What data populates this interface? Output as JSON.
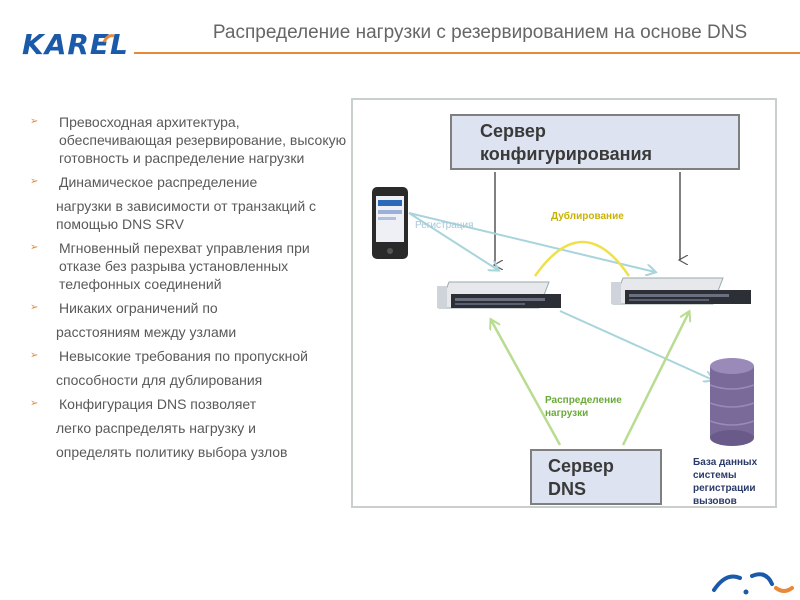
{
  "header": {
    "logo_text": "KAREL",
    "title": "Распределение нагрузки с резервированием на основе DNS"
  },
  "bullets": [
    {
      "text": "Превосходная архитектура, обеспечивающая резервирование, высокую готовность и распределение нагрузки"
    },
    {
      "text": "Динамическое распределение",
      "continuation": "нагрузки в зависимости от транзакций с помощью DNS SRV"
    },
    {
      "text": "Мгновенный перехват управления при отказе без разрыва установленных телефонных соединений"
    },
    {
      "text": "Никаких ограничений по",
      "continuation": "расстояниям между узлами"
    },
    {
      "text": "Невысокие требования по пропускной",
      "continuation": "способности для дублирования"
    },
    {
      "text": "Конфигурация DNS позволяет",
      "continuation": "легко распределять нагрузку и",
      "continuation2": "определять политику выбора узлов"
    }
  ],
  "diagram": {
    "config_server": {
      "line1": "Сервер",
      "line2": "конфигурирования"
    },
    "dns_server": {
      "line1": "Сервер",
      "line2": "DNS"
    },
    "labels": {
      "registration": "Регистрация",
      "duplication": "Дублирование",
      "distribution_line1": "Распределение",
      "distribution_line2": "нагрузки",
      "database_line1": "База данных",
      "database_line2": "системы",
      "database_line3": "регистрации",
      "database_line4": "вызовов"
    },
    "colors": {
      "registration_arrow": "#a8d4dc",
      "duplication_arc": "#f0e04a",
      "distribution_arrow": "#b8dc90",
      "config_arrow": "#555555",
      "database": "#7a6a9a",
      "box_fill": "#dde3f0",
      "accent": "#e8893a"
    }
  }
}
